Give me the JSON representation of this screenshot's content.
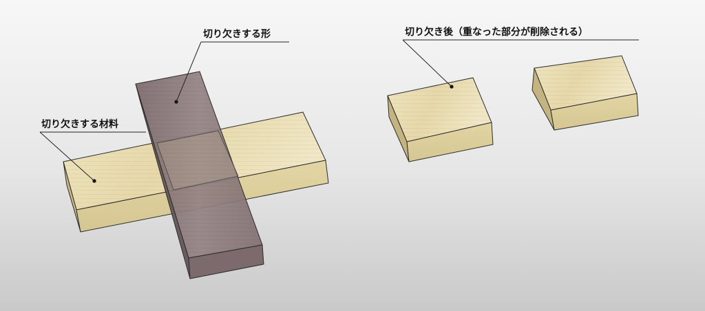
{
  "labels": {
    "cut_shape": "切り欠きする形",
    "material": "切り欠きする材料",
    "after": "切り欠き後（重なった部分が削除される）"
  },
  "colors": {
    "wood_top": "#ece0b8",
    "wood_front": "#ddcf9d",
    "wood_side": "#c7b683",
    "cutter_top": "#8c7b7c",
    "cutter_front": "#7e6b6d",
    "cutter_side": "#5f5152",
    "edge": "#2b2b2b"
  }
}
